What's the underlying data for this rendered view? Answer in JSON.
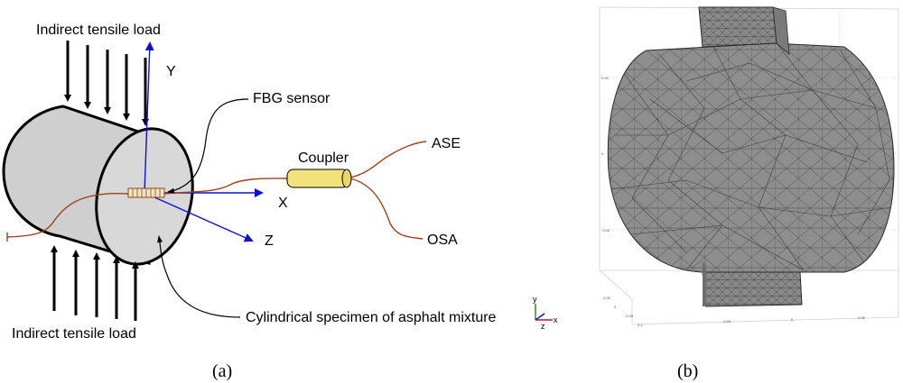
{
  "panel_a": {
    "load_top": "Indirect tensile  load",
    "load_bottom": "Indirect tensile  load",
    "axis_y": "Y",
    "axis_x": "X",
    "axis_z": "Z",
    "fbg_sensor": "FBG sensor",
    "coupler": "Coupler",
    "ase": "ASE",
    "osa": "OSA",
    "specimen": "Cylindrical specimen of asphalt mixture",
    "mini_axis_y": "y",
    "mini_axis_x": "x",
    "mini_axis_z": "z",
    "caption": "(a)"
  },
  "panel_b": {
    "caption": "(b)",
    "tick_labels": [
      "0.05",
      "0",
      "-0.05",
      "0.05",
      "0",
      "-0.05",
      "0",
      "0.05",
      "-0.05",
      "0.1"
    ]
  },
  "colors": {
    "axis_blue": "#1010d8",
    "fiber_brown": "#a0411a",
    "mesh_gray": "#8c8c8c",
    "coupler_yellow": "#f2e27a"
  }
}
